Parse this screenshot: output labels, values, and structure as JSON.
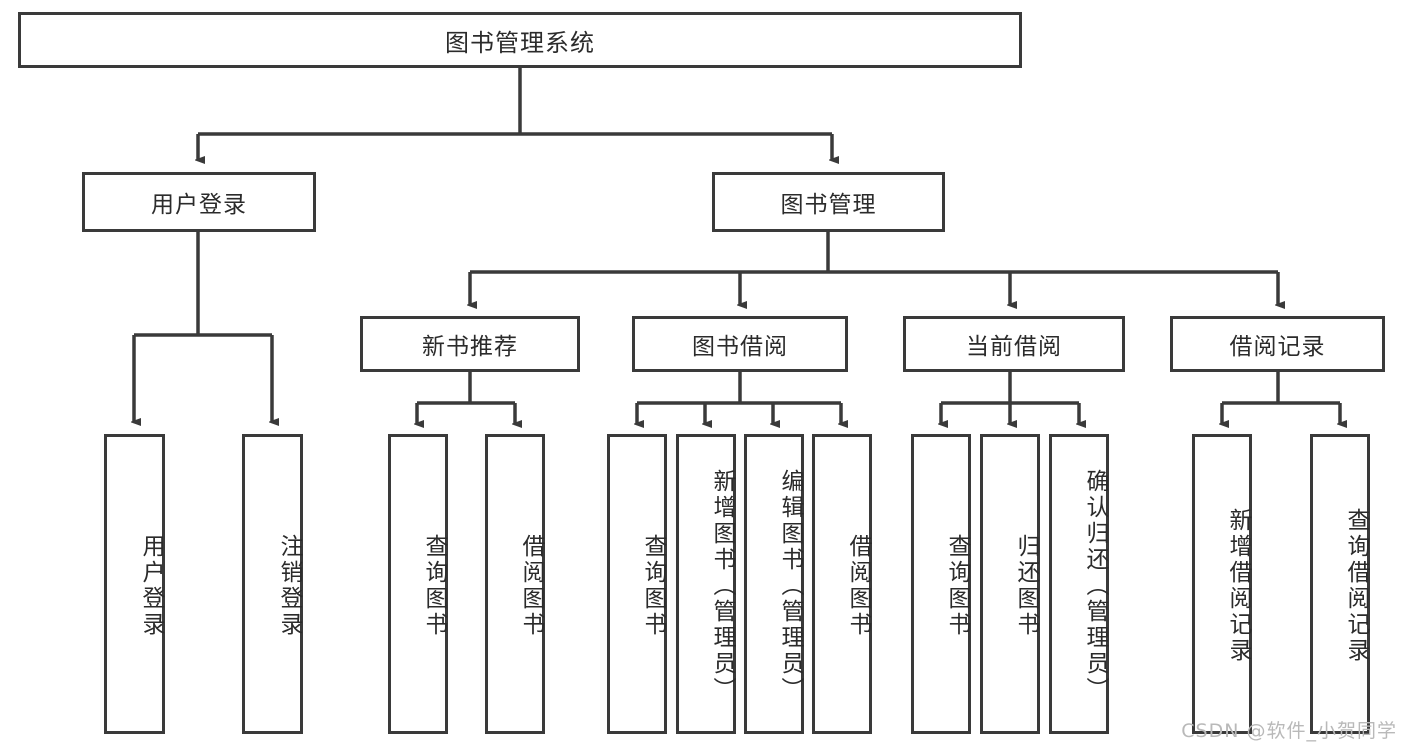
{
  "diagram": {
    "type": "tree-hierarchy-chart",
    "title": "图书管理系统",
    "watermark": "CSDN @软件_小贺同学",
    "colors": {
      "box_border": "#3a3a3a",
      "box_fill": "#ffffff",
      "line": "#3a3a3a",
      "text": "#2b2b2b",
      "watermark": "#b9b9b9"
    },
    "levels": {
      "root": "图书管理系统",
      "level2": [
        "用户登录",
        "图书管理"
      ],
      "level3": [
        "新书推荐",
        "图书借阅",
        "当前借阅",
        "借阅记录"
      ]
    },
    "nodes": {
      "root": {
        "label": "图书管理系统",
        "orientation": "horizontal"
      },
      "user_login": {
        "label": "用户登录",
        "orientation": "horizontal"
      },
      "book_manage": {
        "label": "图书管理",
        "orientation": "horizontal"
      },
      "new_book_rec": {
        "label": "新书推荐",
        "orientation": "horizontal"
      },
      "book_borrow": {
        "label": "图书借阅",
        "orientation": "horizontal"
      },
      "current_borrow": {
        "label": "当前借阅",
        "orientation": "horizontal"
      },
      "borrow_record": {
        "label": "借阅记录",
        "orientation": "horizontal"
      },
      "leaf_user_login": {
        "label": "用户登录",
        "orientation": "vertical"
      },
      "leaf_logout": {
        "label": "注销登录",
        "orientation": "vertical"
      },
      "leaf_query_book_1": {
        "label": "查询图书",
        "orientation": "vertical"
      },
      "leaf_borrow_book_1": {
        "label": "借阅图书",
        "orientation": "vertical"
      },
      "leaf_query_book_2": {
        "label": "查询图书",
        "orientation": "vertical"
      },
      "leaf_add_book": {
        "label": "新增图书（管理员）",
        "orientation": "vertical"
      },
      "leaf_edit_book": {
        "label": "编辑图书（管理员）",
        "orientation": "vertical"
      },
      "leaf_borrow_book_2": {
        "label": "借阅图书",
        "orientation": "vertical"
      },
      "leaf_query_book_3": {
        "label": "查询图书",
        "orientation": "vertical"
      },
      "leaf_return_book": {
        "label": "归还图书",
        "orientation": "vertical"
      },
      "leaf_confirm_return": {
        "label": "确认归还（管理员）",
        "orientation": "vertical"
      },
      "leaf_add_record": {
        "label": "新增借阅记录",
        "orientation": "vertical"
      },
      "leaf_query_record": {
        "label": "查询借阅记录",
        "orientation": "vertical"
      }
    },
    "edges": [
      {
        "from": "root",
        "to": "user_login"
      },
      {
        "from": "root",
        "to": "book_manage"
      },
      {
        "from": "user_login",
        "to": "leaf_user_login"
      },
      {
        "from": "user_login",
        "to": "leaf_logout"
      },
      {
        "from": "book_manage",
        "to": "new_book_rec"
      },
      {
        "from": "book_manage",
        "to": "book_borrow"
      },
      {
        "from": "book_manage",
        "to": "current_borrow"
      },
      {
        "from": "book_manage",
        "to": "borrow_record"
      },
      {
        "from": "new_book_rec",
        "to": "leaf_query_book_1"
      },
      {
        "from": "new_book_rec",
        "to": "leaf_borrow_book_1"
      },
      {
        "from": "book_borrow",
        "to": "leaf_query_book_2"
      },
      {
        "from": "book_borrow",
        "to": "leaf_add_book"
      },
      {
        "from": "book_borrow",
        "to": "leaf_edit_book"
      },
      {
        "from": "book_borrow",
        "to": "leaf_borrow_book_2"
      },
      {
        "from": "current_borrow",
        "to": "leaf_query_book_3"
      },
      {
        "from": "current_borrow",
        "to": "leaf_return_book"
      },
      {
        "from": "current_borrow",
        "to": "leaf_confirm_return"
      },
      {
        "from": "borrow_record",
        "to": "leaf_add_record"
      },
      {
        "from": "borrow_record",
        "to": "leaf_query_record"
      }
    ]
  }
}
